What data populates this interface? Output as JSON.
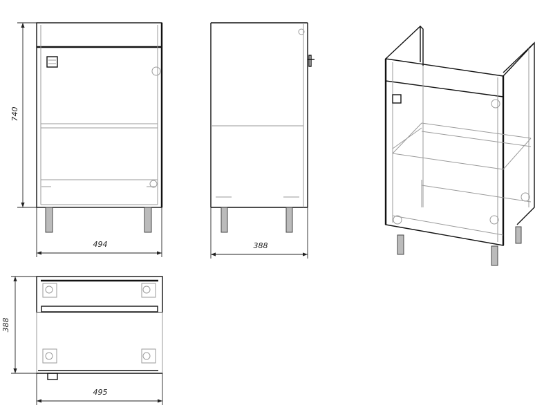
{
  "drawing": {
    "front_view": {
      "height_dim": "740",
      "width_dim": "494"
    },
    "side_view": {
      "depth_dim": "388"
    },
    "top_view": {
      "depth_dim": "388",
      "width_dim": "495"
    },
    "colors": {
      "line": "#111111",
      "hidden_line": "#9a9a9a",
      "background": "#ffffff"
    }
  }
}
